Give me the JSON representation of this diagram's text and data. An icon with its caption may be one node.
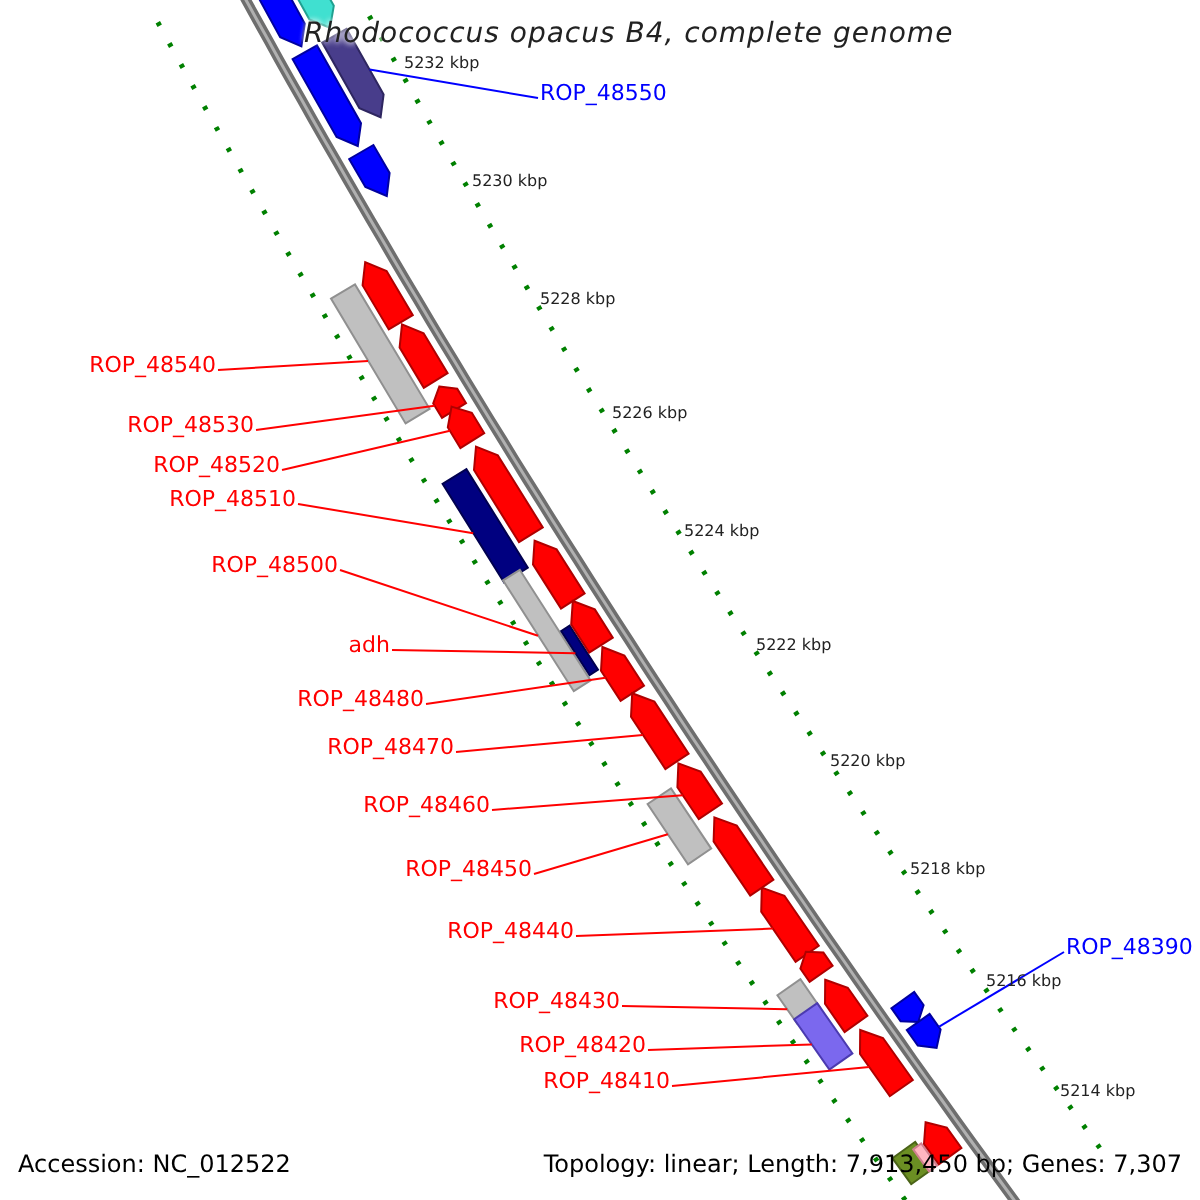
{
  "diagram": {
    "title": "Rhodococcus opacus B4, complete genome",
    "nodes": [
      {
        "text": [
          "ROP_48550"
        ]
      },
      {
        "text": [
          "ROP_48540"
        ]
      },
      {
        "text": [
          "ROP_48530"
        ]
      },
      {
        "text": [
          "ROP_48520"
        ]
      },
      {
        "text": [
          "ROP_48510"
        ]
      },
      {
        "text": [
          "ROP_48500"
        ]
      },
      {
        "text": [
          "adh"
        ]
      },
      {
        "text": [
          "ROP_48480"
        ]
      },
      {
        "text": [
          "ROP_48470"
        ]
      },
      {
        "text": [
          "ROP_48460"
        ]
      },
      {
        "text": [
          "ROP_48450"
        ]
      },
      {
        "text": [
          "ROP_48440"
        ]
      },
      {
        "text": [
          "ROP_48430"
        ]
      },
      {
        "text": [
          "ROP_48420"
        ]
      },
      {
        "text": [
          "ROP_48410"
        ]
      },
      {
        "text": [
          "ROP_48390"
        ]
      },
      {
        "text": [],
        "shape": "arrow"
      },
      {
        "text": [],
        "shape": "box"
      },
      {
        "text": [],
        "shape": "arrow"
      },
      {
        "text": [],
        "shape": "arrow"
      },
      {
        "text": [],
        "shape": "box"
      },
      {
        "text": [],
        "shape": "box"
      },
      {
        "text": [],
        "shape": "box"
      },
      {
        "text": [],
        "shape": "arrow"
      },
      {
        "text": [],
        "shape": "arrow"
      },
      {
        "text": [],
        "shape": "arrow"
      },
      {
        "text": [],
        "shape": "box"
      },
      {
        "text": [],
        "shape": "arrow"
      },
      {
        "text": [],
        "shape": "box"
      },
      {
        "text": [],
        "shape": "box"
      },
      {
        "text": [],
        "shape": "arrow"
      },
      {
        "text": [],
        "shape": "arrow"
      },
      {
        "text": [],
        "shape": "arrow"
      },
      {
        "text": [],
        "shape": "arrow"
      },
      {
        "text": [],
        "shape": "arrow"
      },
      {
        "text": [],
        "shape": "arrow"
      },
      {
        "text": [],
        "shape": "arrow"
      },
      {
        "text": [],
        "shape": "arrow"
      },
      {
        "text": [],
        "shape": "arrow"
      },
      {
        "text": [],
        "shape": "arrow"
      },
      {
        "text": [],
        "shape": "arrow"
      },
      {
        "text": [],
        "shape": "arrow"
      },
      {
        "text": [],
        "shape": "arrow"
      },
      {
        "text": [],
        "shape": "arrow"
      },
      {
        "text": [],
        "shape": "arrow"
      },
      {
        "text": [],
        "shape": "box"
      },
      {
        "text": [],
        "shape": "box"
      },
      {
        "text": [],
        "shape": "arrow"
      }
    ],
    "edges": [
      {
        "from": 0,
        "to": 16,
        "arrow": "none",
        "color": "#0000ff"
      },
      {
        "from": 1,
        "to": 17,
        "arrow": "none"
      },
      {
        "from": 2,
        "to": 18,
        "arrow": "none"
      },
      {
        "from": 3,
        "to": 19,
        "arrow": "none"
      },
      {
        "from": 4,
        "to": 20,
        "arrow": "none"
      },
      {
        "from": 5,
        "to": 21,
        "arrow": "none"
      },
      {
        "from": 6,
        "to": 22,
        "arrow": "none"
      },
      {
        "from": 7,
        "to": 23,
        "arrow": "none"
      },
      {
        "from": 8,
        "to": 24,
        "arrow": "none"
      },
      {
        "from": 9,
        "to": 25,
        "arrow": "none"
      },
      {
        "from": 10,
        "to": 26,
        "arrow": "none"
      },
      {
        "from": 11,
        "to": 27,
        "arrow": "none"
      },
      {
        "from": 12,
        "to": 28,
        "arrow": "none"
      },
      {
        "from": 13,
        "to": 29,
        "arrow": "none"
      },
      {
        "from": 14,
        "to": 30,
        "arrow": "none"
      },
      {
        "from": 15,
        "to": 31,
        "arrow": "none",
        "color": "#0000ff"
      }
    ],
    "labels": [
      "5232 kbp",
      "5230 kbp",
      "5228 kbp",
      "5226 kbp",
      "5224 kbp",
      "5222 kbp",
      "5220 kbp",
      "5218 kbp",
      "5216 kbp",
      "5214 kbp",
      "Accession: NC_012522",
      "Topology: linear; Length: 7,913,450 bp; Genes: 7,307"
    ]
  }
}
